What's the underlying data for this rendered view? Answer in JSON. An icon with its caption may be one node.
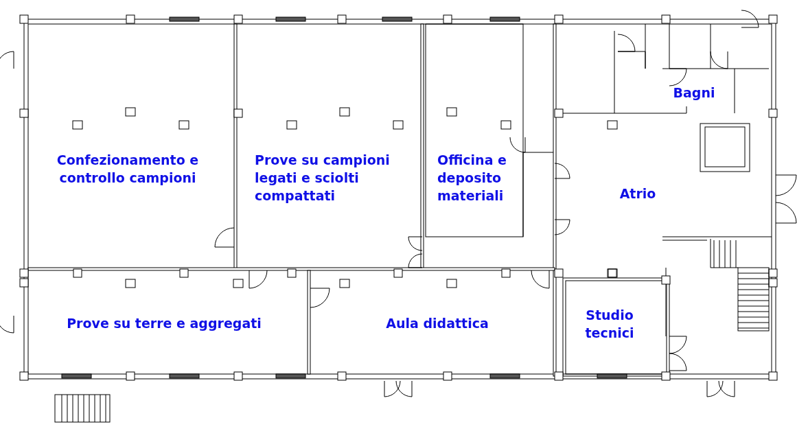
{
  "diagram": {
    "nodes": [
      {
        "text": [
          "Confezionamento e controllo campioni"
        ]
      },
      {
        "text": [
          "Prove su campioni legati e sciolti compattati"
        ]
      },
      {
        "text": [
          "Officina e deposito materiali"
        ]
      },
      {
        "text": [
          "Bagni"
        ]
      },
      {
        "text": [
          "Atrio"
        ]
      },
      {
        "text": [
          "Prove su terre e aggregati"
        ]
      },
      {
        "text": [
          "Aula didattica"
        ]
      },
      {
        "text": [
          "Studio tecnici"
        ]
      }
    ],
    "edges": []
  }
}
